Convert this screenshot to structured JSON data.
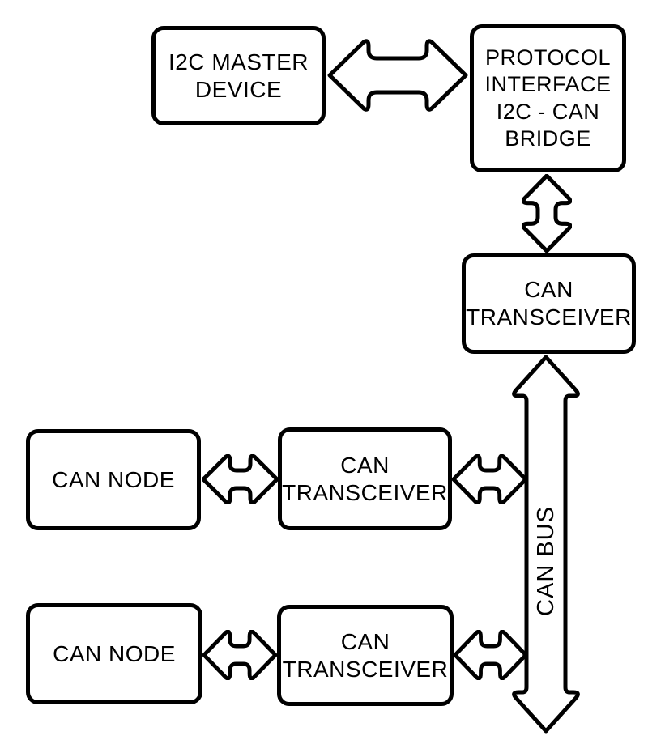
{
  "colors": {
    "stroke": "#000000",
    "fill": "#ffffff"
  },
  "nodes": {
    "i2c_master": {
      "line1": "I2C MASTER",
      "line2": "DEVICE"
    },
    "bridge": {
      "line1": "PROTOCOL",
      "line2": "INTERFACE",
      "line3": "I2C - CAN",
      "line4": "BRIDGE"
    },
    "can_transceiver_main": {
      "line1": "CAN",
      "line2": "TRANSCEIVER"
    },
    "can_node_1": {
      "line1": "CAN NODE"
    },
    "can_transceiver_1": {
      "line1": "CAN",
      "line2": "TRANSCEIVER"
    },
    "can_node_2": {
      "line1": "CAN NODE"
    },
    "can_transceiver_2": {
      "line1": "CAN",
      "line2": "TRANSCEIVER"
    },
    "bus_label": "CAN BUS"
  }
}
